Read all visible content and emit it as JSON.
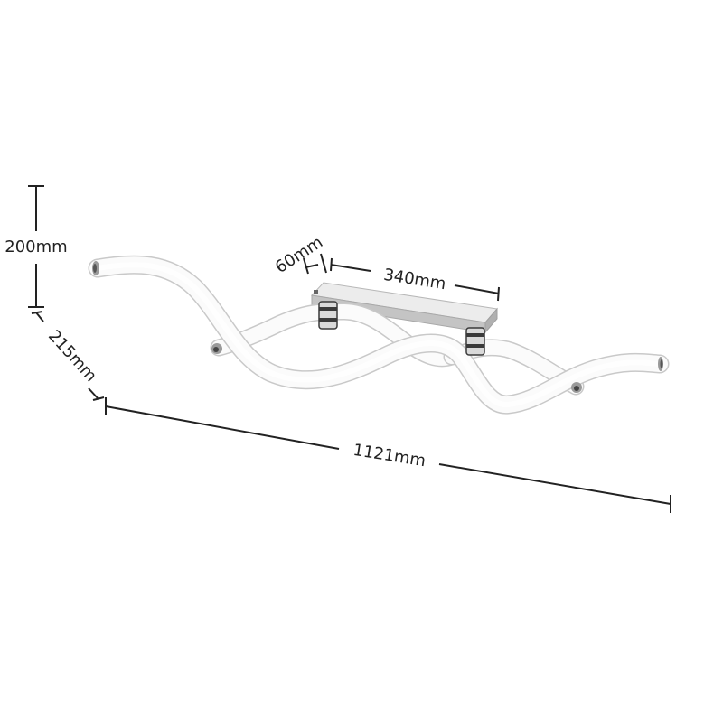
{
  "dimensions": {
    "height": "200mm",
    "depth": "215mm",
    "length": "1121mm",
    "base_width": "60mm",
    "base_length": "340mm"
  },
  "colors": {
    "line": "#222222",
    "tube_edge": "#c9c9c9",
    "tube_fill": "#fbfbfb",
    "base_top": "#ececec",
    "base_side": "#c4c4c4",
    "chrome_dark": "#3a3a3a",
    "chrome_light": "#d9d9d9"
  },
  "icons": {
    "lamp": "wave-led-ceiling-lamp"
  }
}
